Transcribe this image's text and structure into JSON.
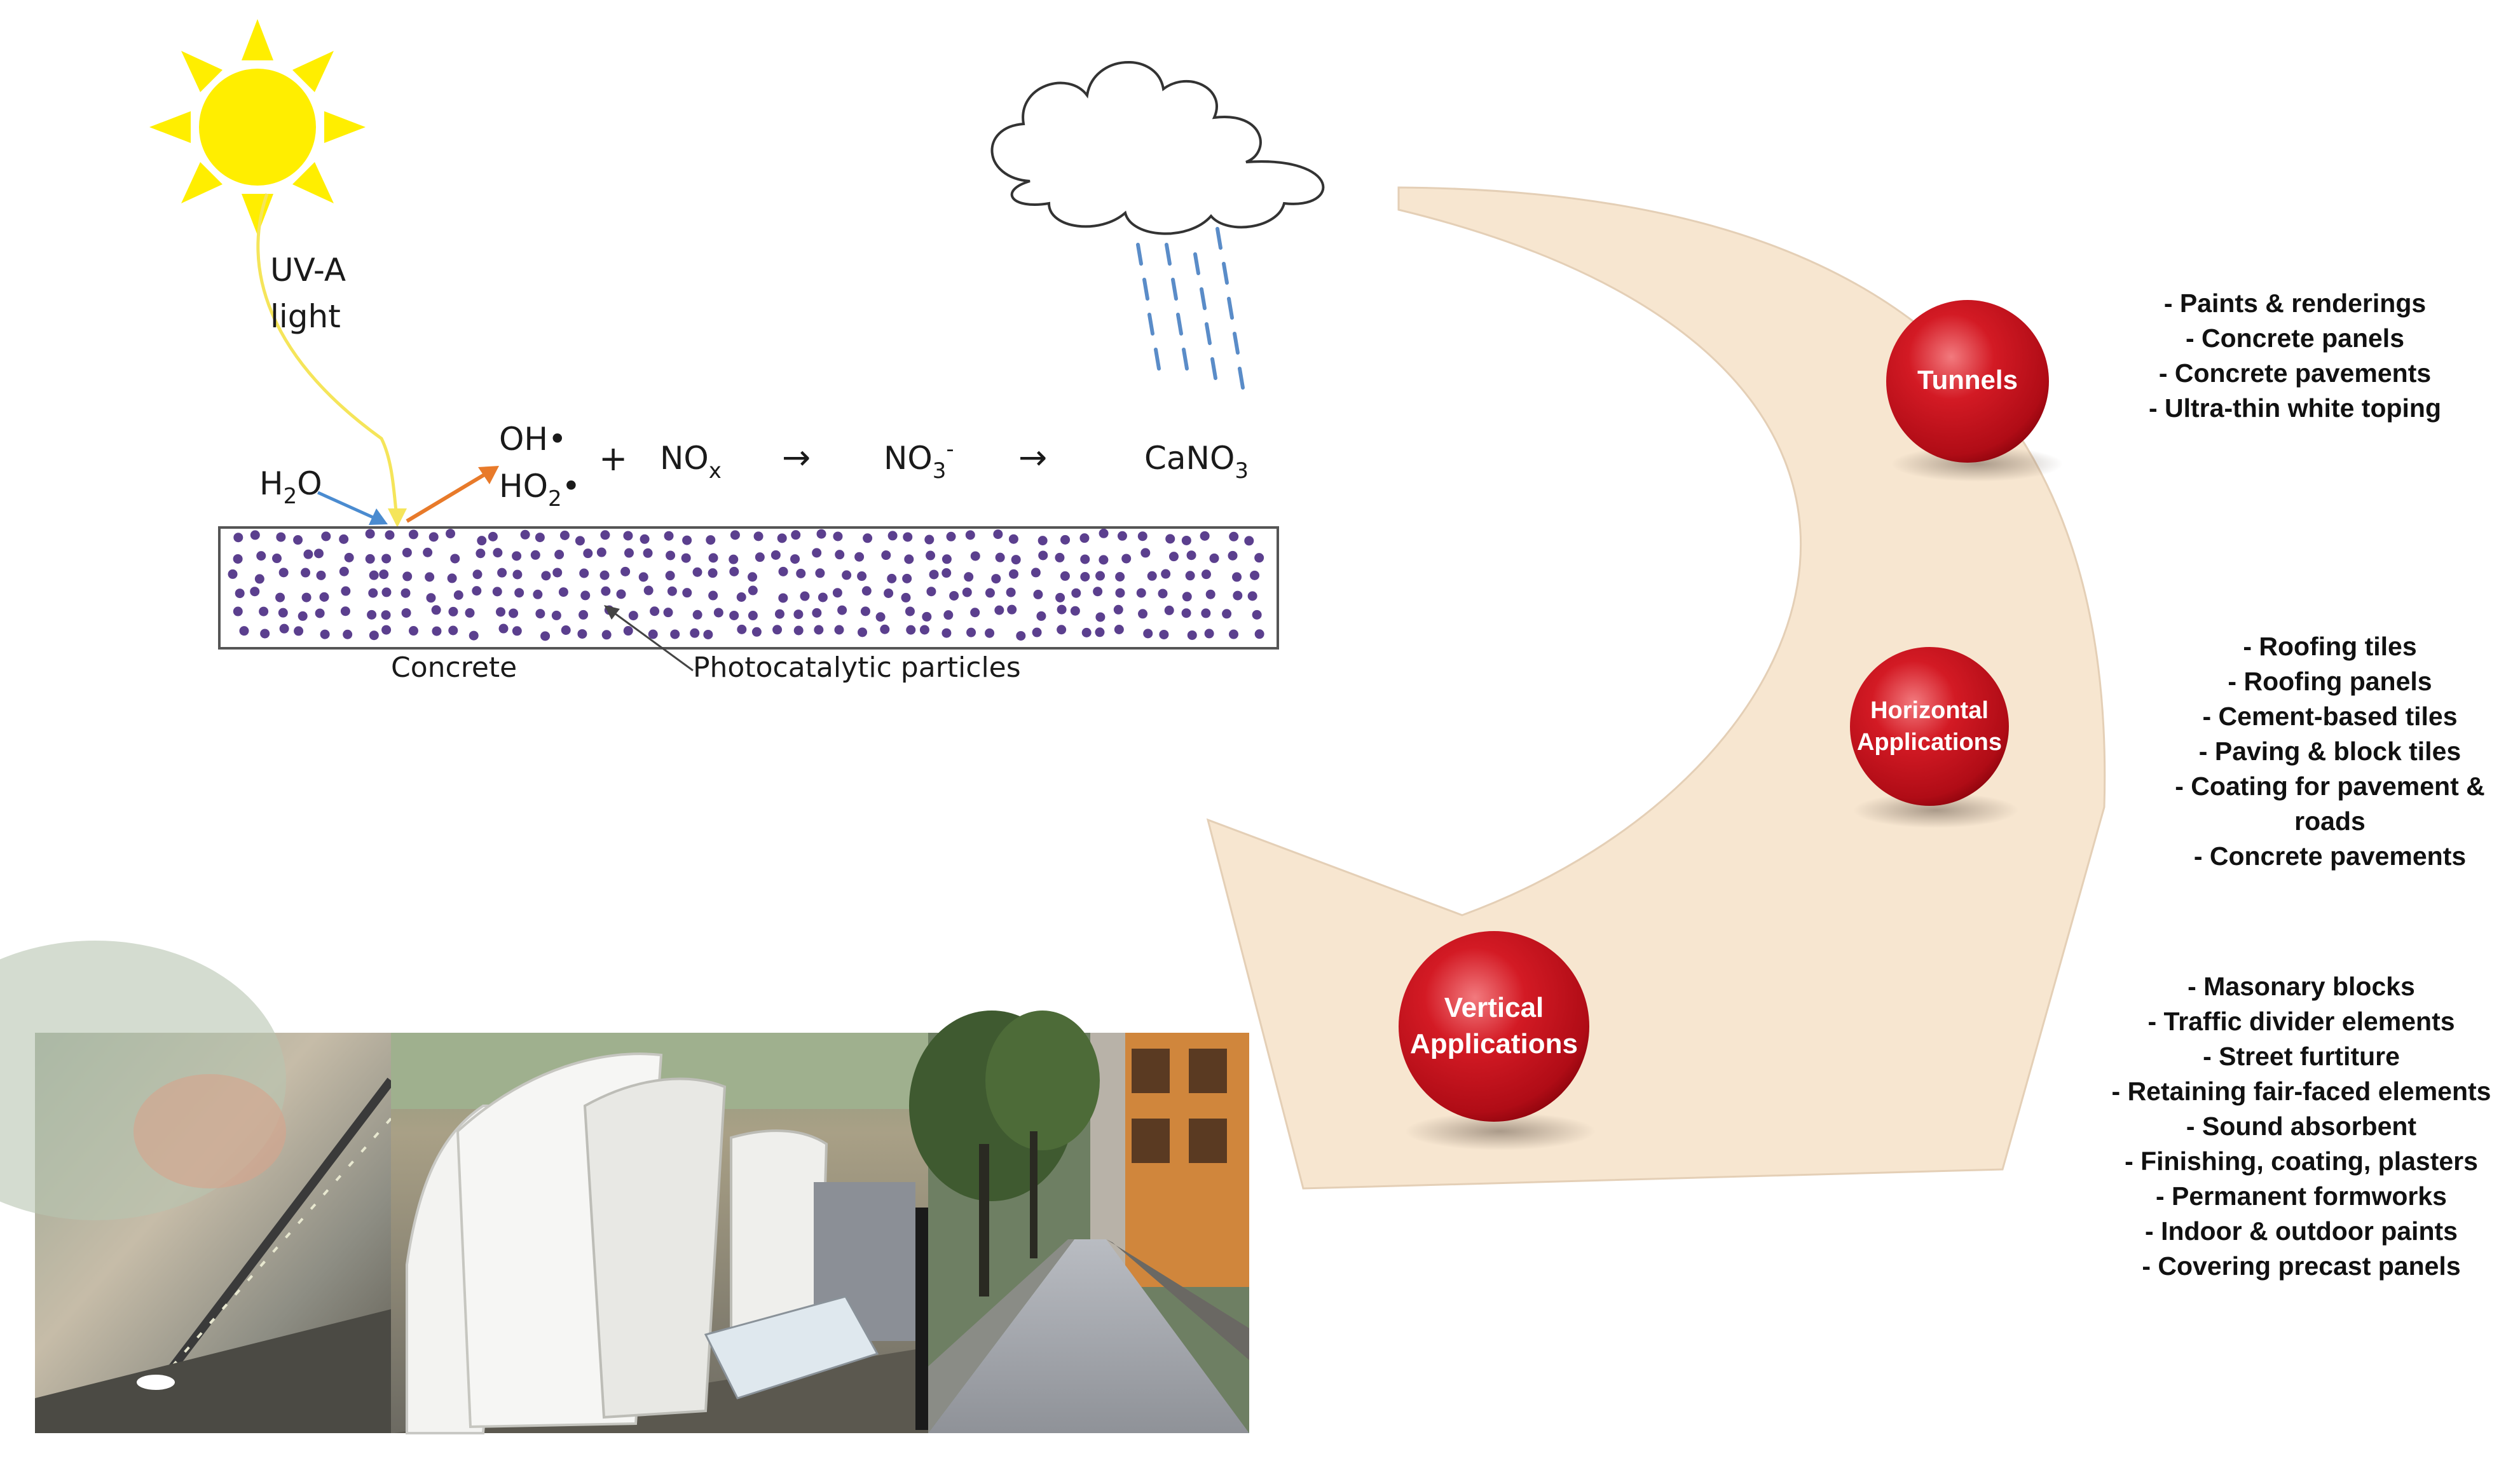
{
  "process": {
    "uv_line1": "UV-A",
    "uv_line2": "light",
    "h2o": "H",
    "h2o_sub": "2",
    "h2o_tail": "O",
    "oh": "OH•",
    "ho2": "HO",
    "ho2_sub": "2",
    "ho2_tail": "•",
    "plus": "+",
    "nox": "NO",
    "nox_sub": "x",
    "arrow1": "→",
    "no3": "NO",
    "no3_sub": "3",
    "no3_sup": "-",
    "arrow2": "→",
    "cano3": "CaNO",
    "cano3_sub": "3",
    "concrete_label": "Concrete",
    "particles_label": "Photocatalytic particles"
  },
  "stages": [
    {
      "label_line1": "Tunnels",
      "label_line2": ""
    },
    {
      "label_line1": "Horizontal",
      "label_line2": "Applications"
    },
    {
      "label_line1": "Vertical",
      "label_line2": "Applications"
    }
  ],
  "lists": {
    "tunnels": [
      "- Paints & renderings",
      "- Concrete panels",
      "- Concrete pavements",
      "- Ultra-thin white toping"
    ],
    "horizontal": [
      "- Roofing tiles",
      "- Roofing panels",
      "- Cement-based tiles",
      "- Paving & block tiles",
      "- Coating for pavement &",
      "roads",
      "- Concrete pavements"
    ],
    "vertical": [
      "- Masonary blocks",
      "- Traffic divider elements",
      "- Street furtiture",
      "- Retaining fair-faced elements",
      "- Sound absorbent",
      "- Finishing, coating, plasters",
      "- Permanent formworks",
      "- Indoor & outdoor paints",
      "- Covering precast panels"
    ]
  },
  "colors": {
    "sun": "#FFEE00",
    "uv_ray": "#F5E55A",
    "water_arrow": "#4A8BD0",
    "radical_arrow": "#E87A2A",
    "particles": "#5B3F8E",
    "rain": "#5A8CC8",
    "big_arrow": "#F7E6D0",
    "stage_ball": "#C8101C"
  }
}
